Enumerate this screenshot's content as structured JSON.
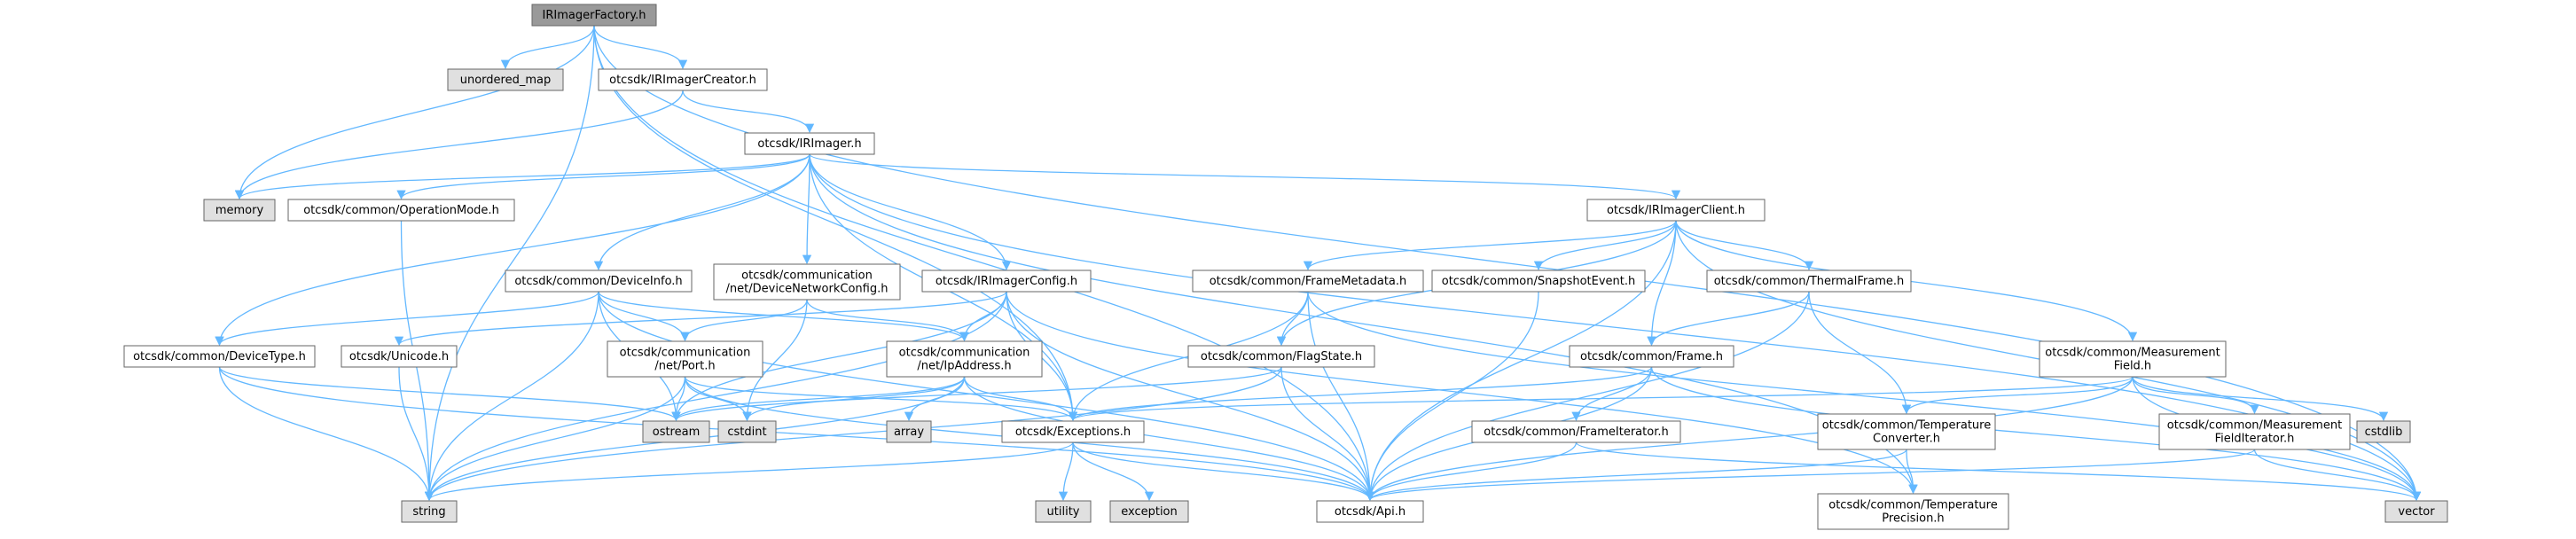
{
  "colors": {
    "root_fill": "#999999",
    "header_fill": "#ffffff",
    "system_fill": "#e0e0e0",
    "border": "#666666",
    "edge": "#63b8ff"
  },
  "nodes": [
    {
      "id": "factory",
      "lines": [
        "IRImagerFactory.h"
      ],
      "kind": "root"
    },
    {
      "id": "unordered_map",
      "lines": [
        "unordered_map"
      ],
      "kind": "system"
    },
    {
      "id": "creator",
      "lines": [
        "otcsdk/IRImagerCreator.h"
      ],
      "kind": "header"
    },
    {
      "id": "irimager",
      "lines": [
        "otcsdk/IRImager.h"
      ],
      "kind": "header"
    },
    {
      "id": "memory",
      "lines": [
        "memory"
      ],
      "kind": "system"
    },
    {
      "id": "opmode",
      "lines": [
        "otcsdk/common/OperationMode.h"
      ],
      "kind": "header"
    },
    {
      "id": "client",
      "lines": [
        "otcsdk/IRImagerClient.h"
      ],
      "kind": "header"
    },
    {
      "id": "deviceinfo",
      "lines": [
        "otcsdk/common/DeviceInfo.h"
      ],
      "kind": "header"
    },
    {
      "id": "netcfg",
      "lines": [
        "otcsdk/communication",
        "/net/DeviceNetworkConfig.h"
      ],
      "kind": "header"
    },
    {
      "id": "imagercfg",
      "lines": [
        "otcsdk/IRImagerConfig.h"
      ],
      "kind": "header"
    },
    {
      "id": "framemeta",
      "lines": [
        "otcsdk/common/FrameMetadata.h"
      ],
      "kind": "header"
    },
    {
      "id": "snapshot",
      "lines": [
        "otcsdk/common/SnapshotEvent.h"
      ],
      "kind": "header"
    },
    {
      "id": "thermal",
      "lines": [
        "otcsdk/common/ThermalFrame.h"
      ],
      "kind": "header"
    },
    {
      "id": "measfield",
      "lines": [
        "otcsdk/common/Measurement",
        "Field.h"
      ],
      "kind": "header"
    },
    {
      "id": "devicetype",
      "lines": [
        "otcsdk/common/DeviceType.h"
      ],
      "kind": "header"
    },
    {
      "id": "unicode",
      "lines": [
        "otcsdk/Unicode.h"
      ],
      "kind": "header"
    },
    {
      "id": "port",
      "lines": [
        "otcsdk/communication",
        "/net/Port.h"
      ],
      "kind": "header"
    },
    {
      "id": "ipaddr",
      "lines": [
        "otcsdk/communication",
        "/net/IpAddress.h"
      ],
      "kind": "header"
    },
    {
      "id": "flagstate",
      "lines": [
        "otcsdk/common/FlagState.h"
      ],
      "kind": "header"
    },
    {
      "id": "frame",
      "lines": [
        "otcsdk/common/Frame.h"
      ],
      "kind": "header"
    },
    {
      "id": "ostream",
      "lines": [
        "ostream"
      ],
      "kind": "system"
    },
    {
      "id": "cstdint",
      "lines": [
        "cstdint"
      ],
      "kind": "system"
    },
    {
      "id": "array",
      "lines": [
        "array"
      ],
      "kind": "system"
    },
    {
      "id": "exceptions",
      "lines": [
        "otcsdk/Exceptions.h"
      ],
      "kind": "header"
    },
    {
      "id": "frameiter",
      "lines": [
        "otcsdk/common/FrameIterator.h"
      ],
      "kind": "header"
    },
    {
      "id": "tempconv",
      "lines": [
        "otcsdk/common/Temperature",
        "Converter.h"
      ],
      "kind": "header"
    },
    {
      "id": "measiter",
      "lines": [
        "otcsdk/common/Measurement",
        "FieldIterator.h"
      ],
      "kind": "header"
    },
    {
      "id": "cstdlib",
      "lines": [
        "cstdlib"
      ],
      "kind": "system"
    },
    {
      "id": "string",
      "lines": [
        "string"
      ],
      "kind": "system"
    },
    {
      "id": "utility",
      "lines": [
        "utility"
      ],
      "kind": "system"
    },
    {
      "id": "exception",
      "lines": [
        "exception"
      ],
      "kind": "system"
    },
    {
      "id": "api",
      "lines": [
        "otcsdk/Api.h"
      ],
      "kind": "header"
    },
    {
      "id": "tempprec",
      "lines": [
        "otcsdk/common/Temperature",
        "Precision.h"
      ],
      "kind": "header"
    },
    {
      "id": "vector",
      "lines": [
        "vector"
      ],
      "kind": "system"
    }
  ],
  "edges": [
    [
      "factory",
      "unordered_map"
    ],
    [
      "factory",
      "creator"
    ],
    [
      "factory",
      "memory"
    ],
    [
      "factory",
      "string"
    ],
    [
      "factory",
      "vector"
    ],
    [
      "factory",
      "api"
    ],
    [
      "factory",
      "exceptions"
    ],
    [
      "creator",
      "irimager"
    ],
    [
      "creator",
      "memory"
    ],
    [
      "irimager",
      "memory"
    ],
    [
      "irimager",
      "opmode"
    ],
    [
      "irimager",
      "client"
    ],
    [
      "irimager",
      "deviceinfo"
    ],
    [
      "irimager",
      "netcfg"
    ],
    [
      "irimager",
      "imagercfg"
    ],
    [
      "irimager",
      "devicetype"
    ],
    [
      "irimager",
      "exceptions"
    ],
    [
      "irimager",
      "vector"
    ],
    [
      "irimager",
      "tempprec"
    ],
    [
      "opmode",
      "string"
    ],
    [
      "client",
      "framemeta"
    ],
    [
      "client",
      "snapshot"
    ],
    [
      "client",
      "thermal"
    ],
    [
      "client",
      "measfield"
    ],
    [
      "client",
      "flagstate"
    ],
    [
      "client",
      "frame"
    ],
    [
      "client",
      "api"
    ],
    [
      "client",
      "vector"
    ],
    [
      "deviceinfo",
      "devicetype"
    ],
    [
      "deviceinfo",
      "port"
    ],
    [
      "deviceinfo",
      "ipaddr"
    ],
    [
      "deviceinfo",
      "ostream"
    ],
    [
      "deviceinfo",
      "string"
    ],
    [
      "deviceinfo",
      "api"
    ],
    [
      "netcfg",
      "port"
    ],
    [
      "netcfg",
      "ipaddr"
    ],
    [
      "netcfg",
      "cstdint"
    ],
    [
      "imagercfg",
      "unicode"
    ],
    [
      "imagercfg",
      "ipaddr"
    ],
    [
      "imagercfg",
      "ostream"
    ],
    [
      "imagercfg",
      "string"
    ],
    [
      "imagercfg",
      "exceptions"
    ],
    [
      "imagercfg",
      "api"
    ],
    [
      "imagercfg",
      "tempprec"
    ],
    [
      "framemeta",
      "flagstate"
    ],
    [
      "framemeta",
      "exceptions"
    ],
    [
      "framemeta",
      "api"
    ],
    [
      "framemeta",
      "vector"
    ],
    [
      "snapshot",
      "api"
    ],
    [
      "thermal",
      "frame"
    ],
    [
      "thermal",
      "tempconv"
    ],
    [
      "thermal",
      "api"
    ],
    [
      "measfield",
      "exceptions"
    ],
    [
      "measfield",
      "tempconv"
    ],
    [
      "measfield",
      "measiter"
    ],
    [
      "measfield",
      "cstdlib"
    ],
    [
      "measfield",
      "vector"
    ],
    [
      "measfield",
      "api"
    ],
    [
      "devicetype",
      "ostream"
    ],
    [
      "devicetype",
      "string"
    ],
    [
      "devicetype",
      "api"
    ],
    [
      "unicode",
      "string"
    ],
    [
      "port",
      "ostream"
    ],
    [
      "port",
      "cstdint"
    ],
    [
      "port",
      "string"
    ],
    [
      "port",
      "exceptions"
    ],
    [
      "port",
      "api"
    ],
    [
      "ipaddr",
      "array"
    ],
    [
      "ipaddr",
      "cstdint"
    ],
    [
      "ipaddr",
      "ostream"
    ],
    [
      "ipaddr",
      "string"
    ],
    [
      "ipaddr",
      "exceptions"
    ],
    [
      "ipaddr",
      "api"
    ],
    [
      "flagstate",
      "ostream"
    ],
    [
      "flagstate",
      "string"
    ],
    [
      "flagstate",
      "api"
    ],
    [
      "frame",
      "frameiter"
    ],
    [
      "frame",
      "exceptions"
    ],
    [
      "frame",
      "api"
    ],
    [
      "frame",
      "vector"
    ],
    [
      "exceptions",
      "string"
    ],
    [
      "exceptions",
      "utility"
    ],
    [
      "exceptions",
      "exception"
    ],
    [
      "exceptions",
      "api"
    ],
    [
      "frameiter",
      "api"
    ],
    [
      "frameiter",
      "vector"
    ],
    [
      "tempconv",
      "tempprec"
    ],
    [
      "tempconv",
      "api"
    ],
    [
      "measiter",
      "api"
    ],
    [
      "measiter",
      "vector"
    ]
  ]
}
